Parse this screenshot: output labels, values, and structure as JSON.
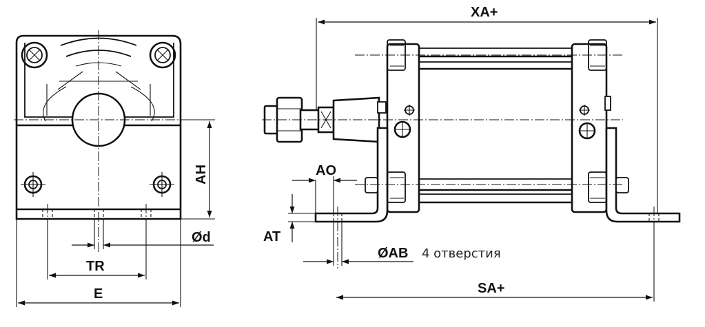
{
  "dimensions": {
    "xa": "XA+",
    "sa": "SA+",
    "ah": "AH",
    "ao": "AO",
    "at": "AT",
    "tr": "TR",
    "e": "E",
    "d": "Ød",
    "ab": "ØAB"
  },
  "hole_note": "4 отверстия"
}
